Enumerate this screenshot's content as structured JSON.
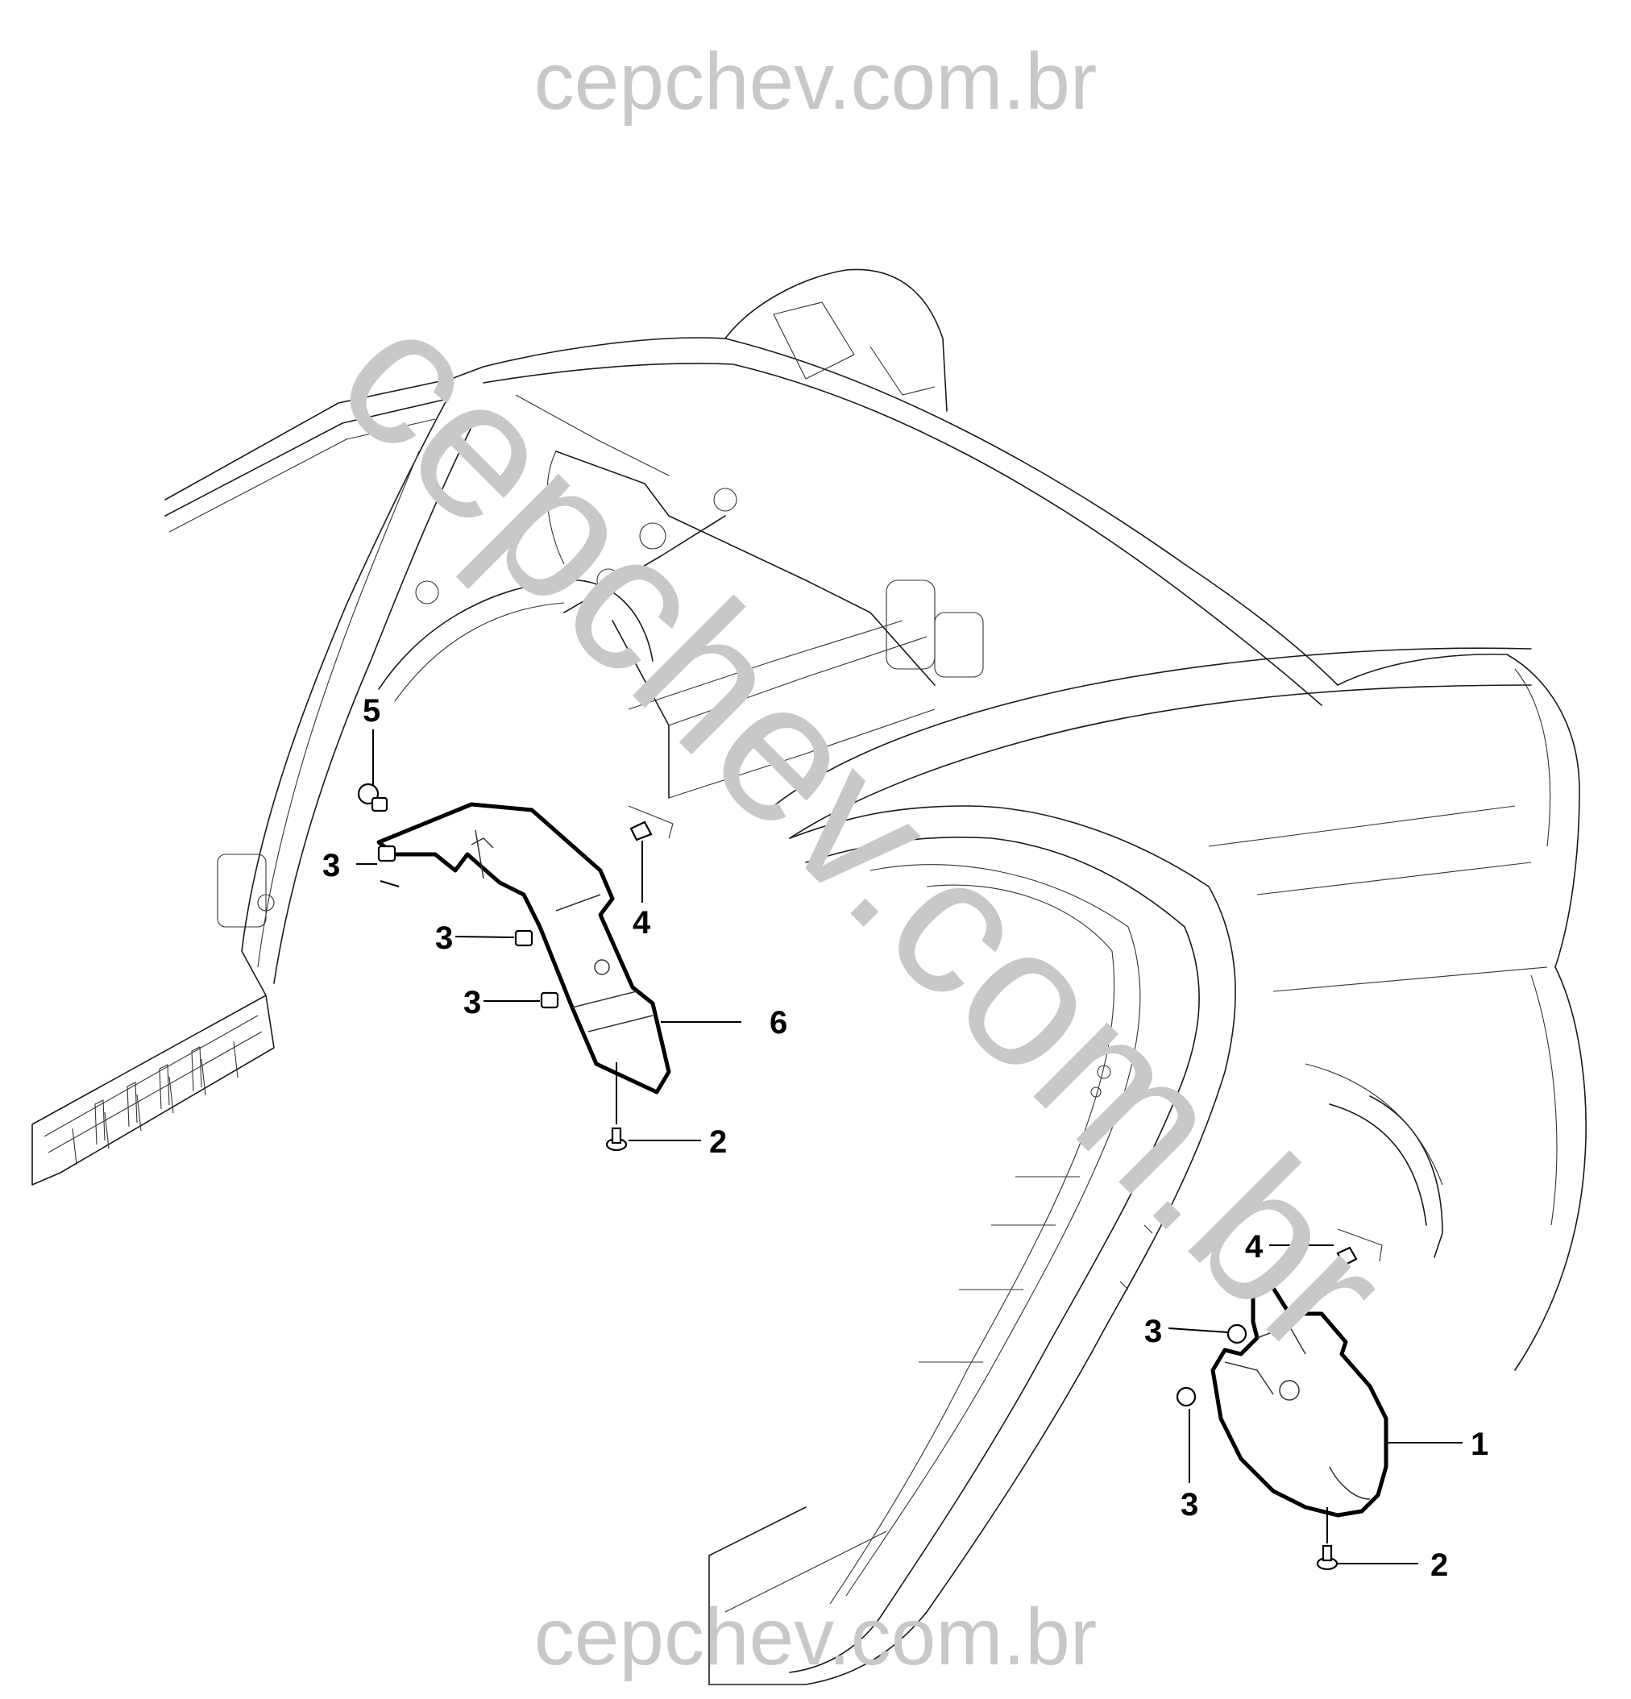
{
  "watermark": {
    "top": "cepchev.com.br",
    "diagonal": "cepchev.com.br",
    "bottom": "cepchev.com.br",
    "color": "#c8c8c8"
  },
  "callouts": {
    "left_panel": {
      "n5": "5",
      "n3_upper": "3",
      "n3_middle": "3",
      "n3_lower": "3",
      "n4": "4",
      "n6": "6",
      "n2": "2"
    },
    "right_panel": {
      "n4": "4",
      "n3_upper": "3",
      "n3_lower": "3",
      "n1": "1",
      "n2": "2"
    }
  }
}
